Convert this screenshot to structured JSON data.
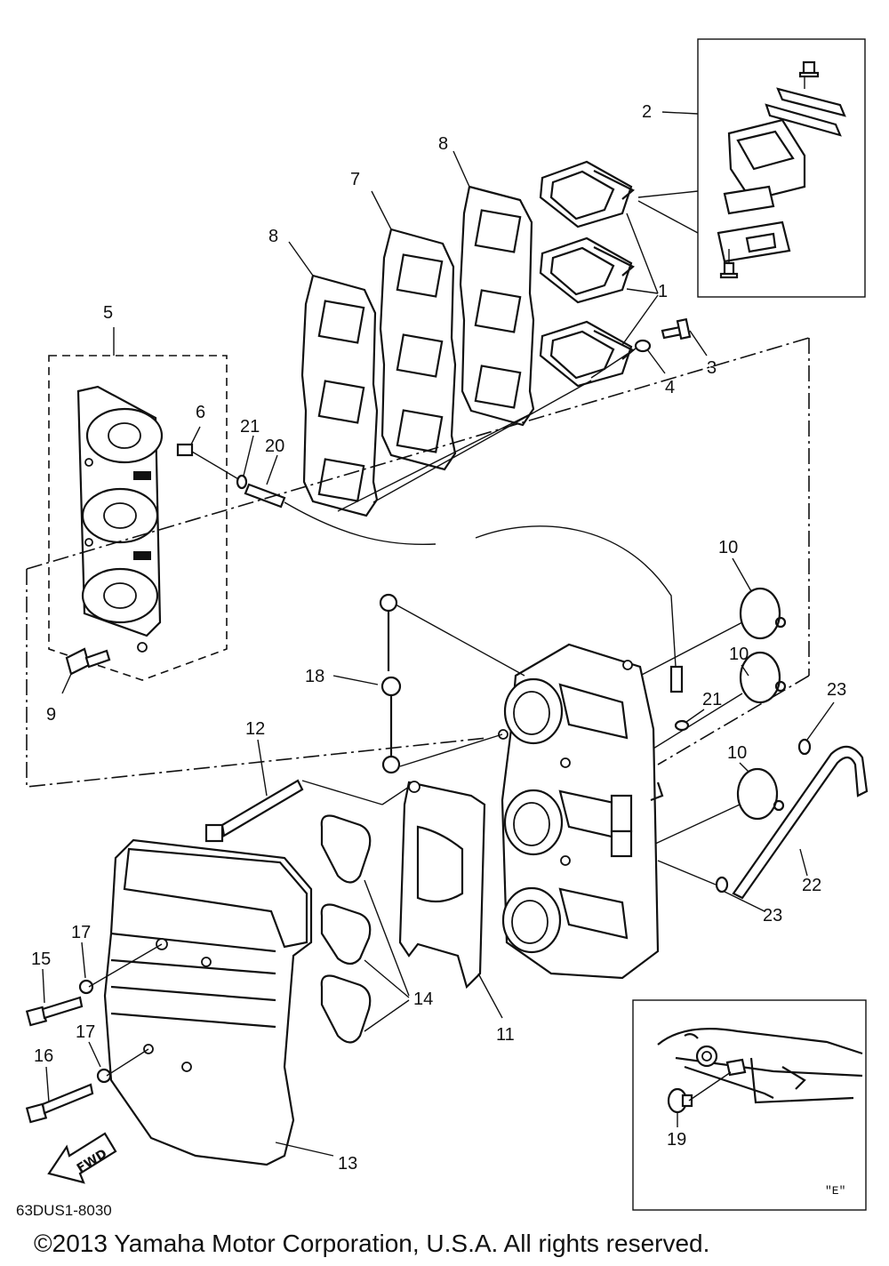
{
  "callouts": {
    "c1": "1",
    "c2": "2",
    "c3": "3",
    "c4": "4",
    "c5": "5",
    "c6": "6",
    "c7": "7",
    "c8a": "8",
    "c8b": "8",
    "c9": "9",
    "c10a": "10",
    "c10b": "10",
    "c10c": "10",
    "c11": "11",
    "c12": "12",
    "c13": "13",
    "c14": "14",
    "c15": "15",
    "c16": "16",
    "c17a": "17",
    "c17b": "17",
    "c18": "18",
    "c19": "19",
    "c20": "20",
    "c21a": "21",
    "c21b": "21",
    "c22": "22",
    "c23a": "23",
    "c23b": "23"
  },
  "fwd_label": "FWD",
  "view_label": "\"E\"",
  "diagram_code": "63DUS1-8030",
  "copyright": "©2013 Yamaha Motor Corporation, U.S.A. All rights reserved."
}
